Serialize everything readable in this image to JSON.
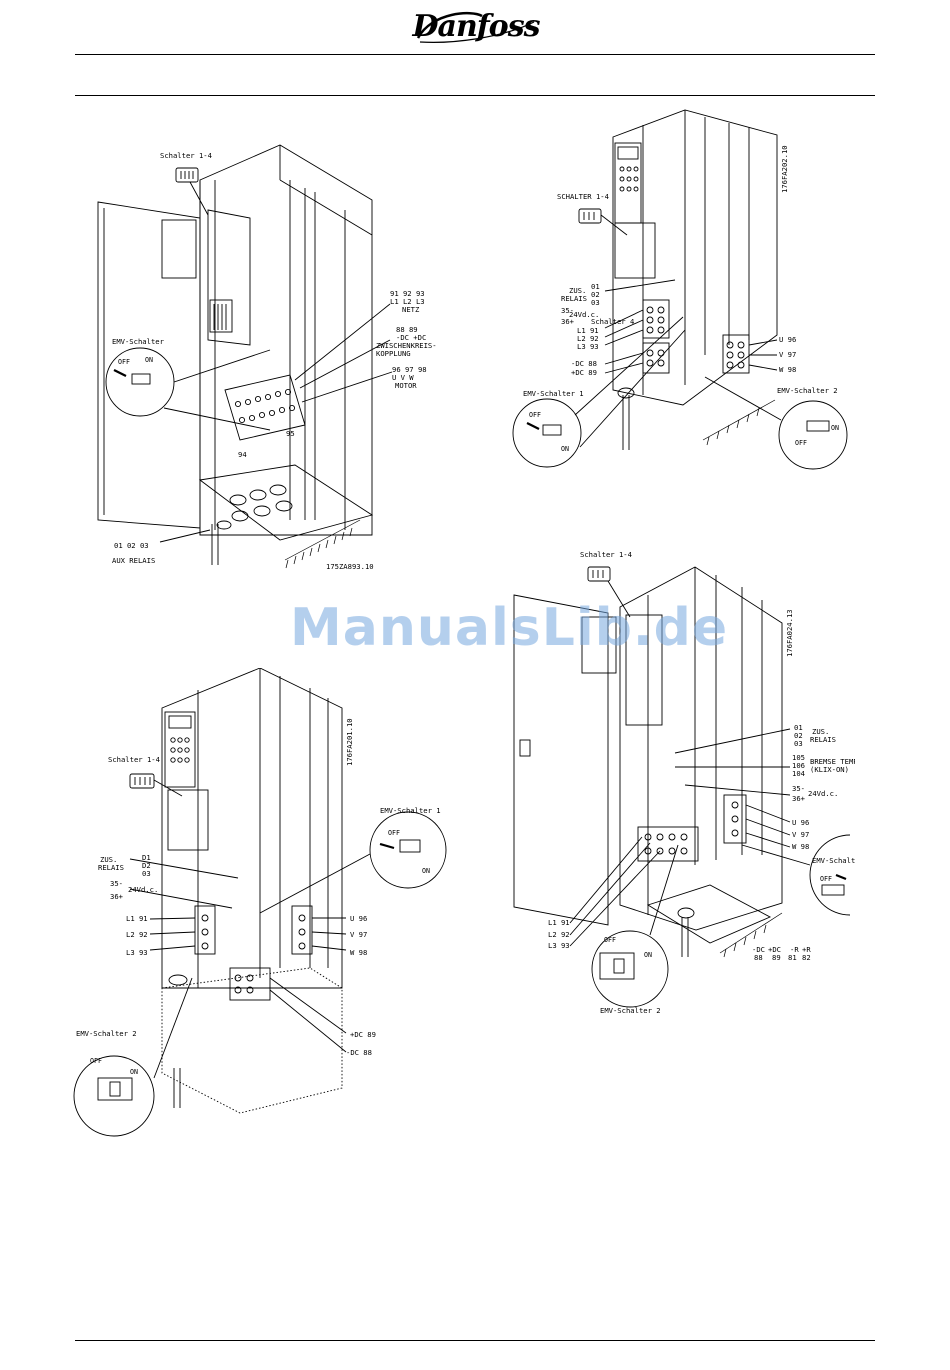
{
  "header": {
    "logo_text": "Danfoss"
  },
  "watermark": "ManualsLib.de",
  "diagram_top_left": {
    "code": "175ZA893.10",
    "schalter": "Schalter 1-4",
    "emv": "EMV-Schalter",
    "off": "OFF",
    "on": "ON",
    "netz_nums": "91 92 93",
    "netz_phases": "L1 L2 L3",
    "netz": "NETZ",
    "dc_nums": "88   89",
    "dc_signs": "-DC  +DC",
    "zwischen1": "ZWISCHENKREIS-",
    "zwischen2": "KOPPLUNG",
    "motor_nums": "96 97 98",
    "motor_phases": "U   V   W",
    "motor": "MOTOR",
    "t95": "95",
    "t94": "94",
    "aux_nums": "01 02 03",
    "aux": "AUX RELAIS"
  },
  "diagram_top_right": {
    "code": "176FA202.10",
    "schalter": "SCHALTER 1-4",
    "zus": "ZUS.",
    "relais": "RELAIS",
    "r01": "01",
    "r02": "02",
    "r03": "03",
    "v24": "24Vd.c.",
    "t35": "35-",
    "t36": "36+",
    "schalter4": "Schalter 4",
    "l1": "L1  91",
    "l2": "L2  92",
    "l3": "L3  93",
    "dcm": "-DC  88",
    "dcp": "+DC  89",
    "u": "U  96",
    "v": "V  97",
    "w": "W  98",
    "emv1": "EMV-Schalter 1",
    "emv2": "EMV-Schalter 2",
    "off": "OFF",
    "on": "ON"
  },
  "diagram_bottom_left": {
    "code": "176FA201.10",
    "schalter": "Schalter 1-4",
    "emv1": "EMV-Schalter 1",
    "emv2": "EMV-Schalter 2",
    "off": "OFF",
    "on": "ON",
    "zus": "ZUS.",
    "relais": "RELAIS",
    "d1": "D1",
    "d2": "D2",
    "d3": "03",
    "t35": "35-",
    "t36": "36+",
    "v24": "24Vd.c.",
    "l1": "L1  91",
    "l2": "L2  92",
    "l3": "L3  93",
    "u": "U  96",
    "v": "V  97",
    "w": "W  98",
    "dcp": "+DC 89",
    "dcm": "-DC 88"
  },
  "diagram_bottom_right": {
    "code": "176FA024.13",
    "schalter": "Schalter 1-4",
    "r01": "01",
    "r02": "02",
    "r03": "03",
    "zus": "ZUS.",
    "relais": "RELAIS",
    "b105": "105",
    "b106": "106",
    "b104": "104",
    "bremse": "BREMSE TEMP.",
    "klix": "(KLIX-ON)",
    "t35": "35-",
    "t36": "36+",
    "v24": "24Vd.c.",
    "u": "U  96",
    "v": "V  97",
    "w": "W  98",
    "emv_partial": "EMV-Schalter",
    "emv2": "EMV-Schalter 2",
    "off": "OFF",
    "on": "ON",
    "l1": "L1  91",
    "l2": "L2  92",
    "l3": "L3  93",
    "dcm": "-DC",
    "dcm_n": "88",
    "dcp": "+DC",
    "dcp_n": "89",
    "rm": "-R",
    "rm_n": "81",
    "rp": "+R",
    "rp_n": "82"
  }
}
